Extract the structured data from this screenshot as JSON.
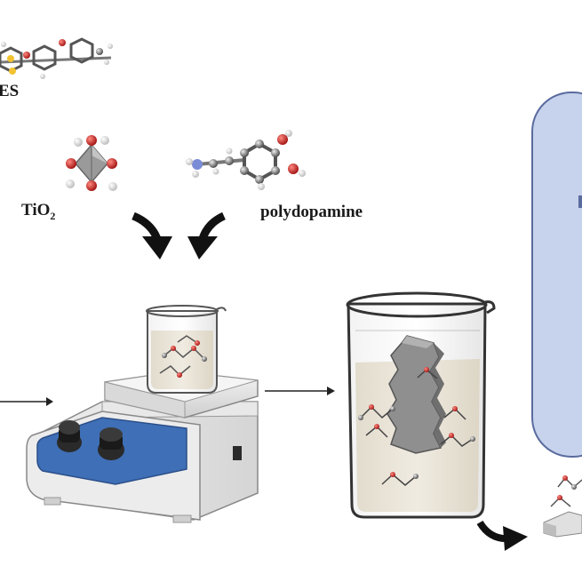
{
  "labels": {
    "pes": "ES",
    "tio2_main": "TiO",
    "tio2_sub": "2",
    "polydopamine": "polydopamine"
  },
  "icons": [
    "pes-molecule-icon",
    "tio2-molecule-icon",
    "polydopamine-molecule-icon",
    "curved-arrow-icon",
    "straight-arrow-icon",
    "hot-plate-stirrer-icon",
    "beaker-icon",
    "membrane-icon",
    "reactor-tank-icon"
  ],
  "colors": {
    "tank_fill": "#c7d2ec",
    "tank_stroke": "#5a6b9e",
    "stirrer_panel": "#3f6fb6",
    "solution": "#ece6da",
    "oxygen_atom": "#c0201a",
    "carbon_atom": "#555555",
    "membrane": "#8a8a8a"
  }
}
